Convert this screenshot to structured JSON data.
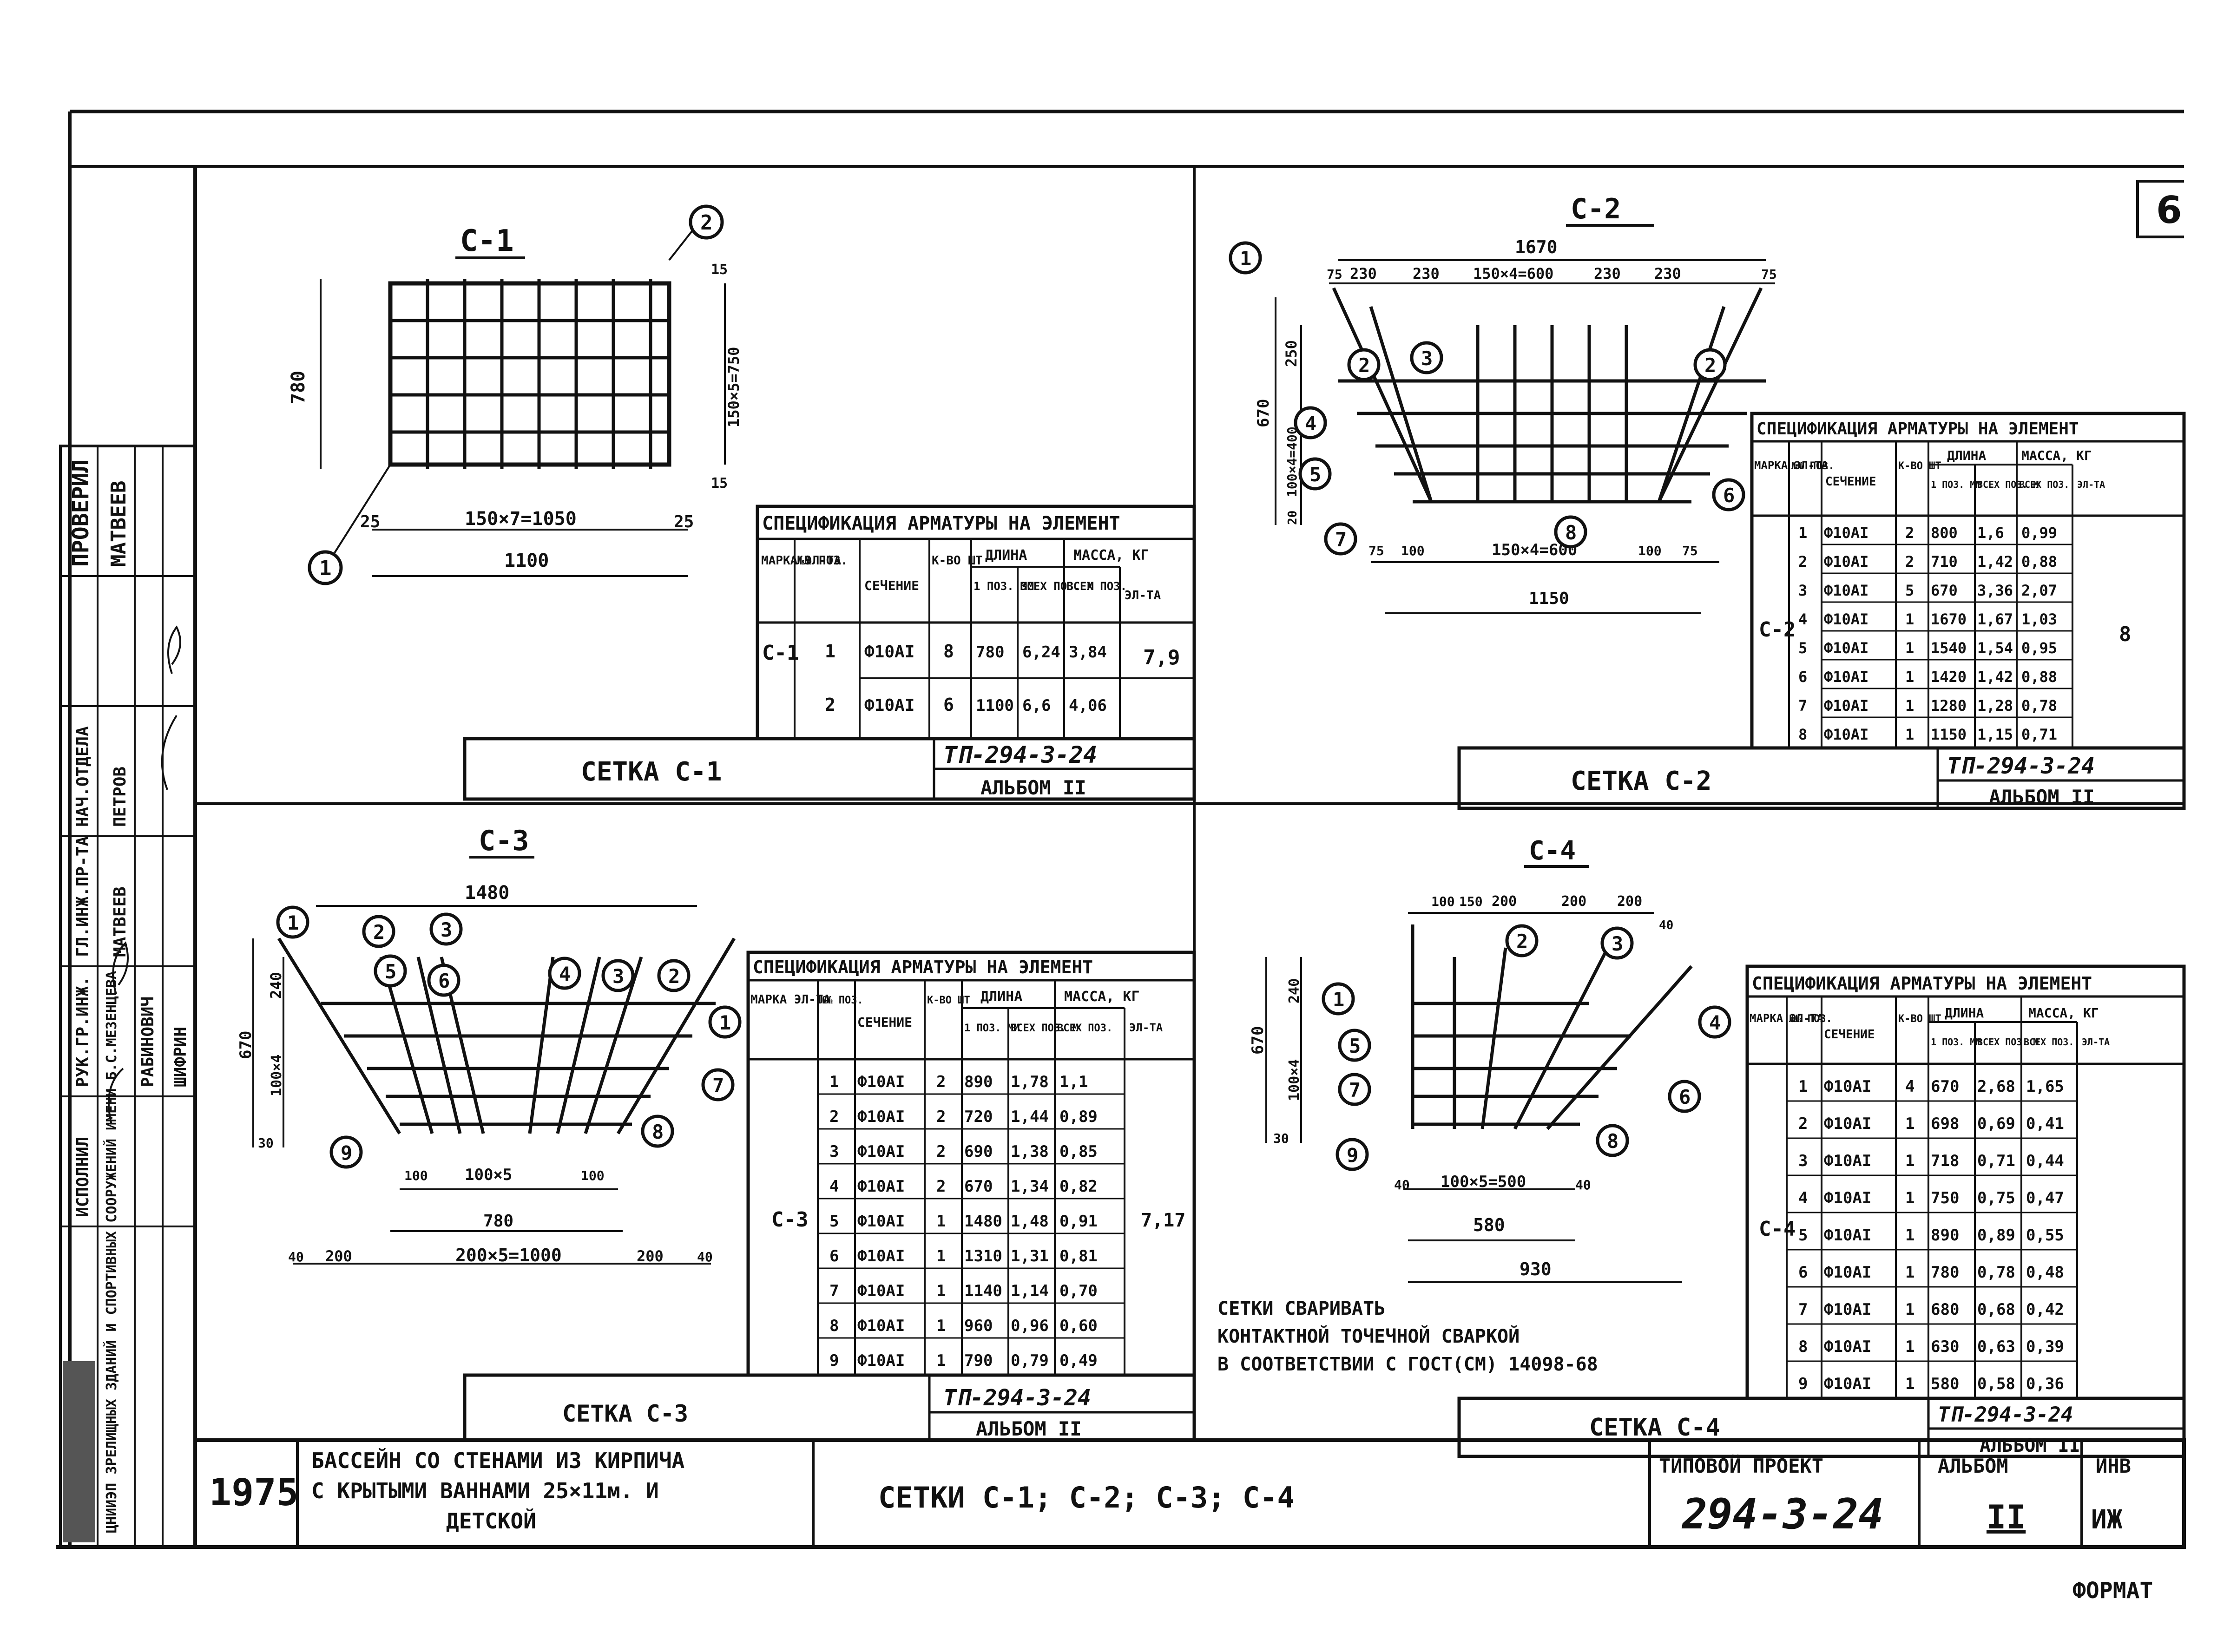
{
  "page_number": "6",
  "sheet_format": "ФОРМАТ",
  "project_label": "ТИПОВОЙ ПРОЕКТ",
  "project_number": "294-3-24",
  "album_label": "АЛЬБОМ",
  "album_number": "II",
  "inv_label": "ИНВ",
  "inv_value": "ИЖ",
  "year": "1975",
  "object_title": [
    "БАССЕЙН СО СТЕНАМИ ИЗ КИРПИЧА",
    "С КРЫТЫМИ ВАННАМИ 25×11м. И",
    "ДЕТСКОЙ"
  ],
  "sheet_title": "СЕТКИ С-1; С-2; С-3; С-4",
  "side_stamp": {
    "roles": [
      "ПРОВЕРИЛ",
      "НАЧ.ОТДЕЛА",
      "ГЛ.ИНЖ.ПР-ТА",
      "РУК.ГР.ИНЖ.",
      "ИСПОЛНИЛ"
    ],
    "names": [
      "МАТВЕЕВ",
      "ПЕТРОВ",
      "МАТВЕЕВ",
      "РАБИНОВИЧ",
      "ШИФРИН"
    ],
    "org": "ЦНИИЭП ЗРЕЛИЩНЫХ ЗДАНИЙ И СПОРТИВНЫХ СООРУЖЕНИЙ ИМЕНИ Б.С.МЕЗЕНЦЕВА"
  },
  "spec_header": {
    "title": "СПЕЦИФИКАЦИЯ АРМАТУРЫ НА ЭЛЕМЕНТ",
    "mark": "МАРКА ЭЛ-ТА",
    "pos": "№№ ПОЗ.",
    "section": "СЕЧЕНИЕ",
    "qty": "К-ВО ШТ",
    "length": "ДЛИНА",
    "len_one": "1 ПОЗ. ММ",
    "len_all": "ВСЕХ ПОЗ. М",
    "mass": "МАССА, КГ",
    "mass_all": "ВСЕХ ПОЗ.",
    "mass_el": "ЭЛ-ТА"
  },
  "doc_code": "ТП-294-3-24",
  "album_code": "АЛЬБОМ II",
  "panels": [
    {
      "caption": "СЕТКА С-1",
      "mark": "С-1",
      "title": "С-1",
      "dims": {
        "total_w": "1100",
        "inner_w": "150×7=1050",
        "edge_l": "25",
        "edge_r": "25",
        "h": "780",
        "inner_h": "150×5=750",
        "top": "15",
        "bot": "15"
      },
      "mass_el": "7,9",
      "rows": [
        {
          "pos": "1",
          "sec": "Ф10АI",
          "qty": "8",
          "l1": "780",
          "lall": "6,24",
          "m": "3,84"
        },
        {
          "pos": "2",
          "sec": "Ф10АI",
          "qty": "6",
          "l1": "1100",
          "lall": "6,6",
          "m": "4,06"
        }
      ]
    },
    {
      "caption": "СЕТКА С-2",
      "mark": "С-2",
      "title": "С-2",
      "dims": {
        "total_w": "1670",
        "top_seq": [
          "75",
          "230",
          "230",
          "150×4=600",
          "230",
          "230",
          "75"
        ],
        "bot_seq": [
          "75",
          "100",
          "150×4=600",
          "100",
          "75"
        ],
        "bot_w": "1150",
        "h": "670",
        "h1": "250",
        "h2": "100×4=400",
        "h3": "20"
      },
      "mass_el": "8",
      "rows": [
        {
          "pos": "1",
          "sec": "Ф10АI",
          "qty": "2",
          "l1": "800",
          "lall": "1,6",
          "m": "0,99"
        },
        {
          "pos": "2",
          "sec": "Ф10АI",
          "qty": "2",
          "l1": "710",
          "lall": "1,42",
          "m": "0,88"
        },
        {
          "pos": "3",
          "sec": "Ф10АI",
          "qty": "5",
          "l1": "670",
          "lall": "3,36",
          "m": "2,07"
        },
        {
          "pos": "4",
          "sec": "Ф10АI",
          "qty": "1",
          "l1": "1670",
          "lall": "1,67",
          "m": "1,03"
        },
        {
          "pos": "5",
          "sec": "Ф10АI",
          "qty": "1",
          "l1": "1540",
          "lall": "1,54",
          "m": "0,95"
        },
        {
          "pos": "6",
          "sec": "Ф10АI",
          "qty": "1",
          "l1": "1420",
          "lall": "1,42",
          "m": "0,88"
        },
        {
          "pos": "7",
          "sec": "Ф10АI",
          "qty": "1",
          "l1": "1280",
          "lall": "1,28",
          "m": "0,78"
        },
        {
          "pos": "8",
          "sec": "Ф10АI",
          "qty": "1",
          "l1": "1150",
          "lall": "1,15",
          "m": "0,71"
        }
      ]
    },
    {
      "caption": "СЕТКА С-3",
      "mark": "С-3",
      "title": "С-3",
      "dims": {
        "total_w": "1480",
        "h": "670",
        "h1": "240",
        "h2": "100×4",
        "h3": "30",
        "inner": "100×5",
        "inner_l": "100",
        "inner_r": "100",
        "w780": "780",
        "e40": "40",
        "e200": "200",
        "bot": "200×5=1000"
      },
      "mass_el": "7,17",
      "rows": [
        {
          "pos": "1",
          "sec": "Ф10АI",
          "qty": "2",
          "l1": "890",
          "lall": "1,78",
          "m": "1,1"
        },
        {
          "pos": "2",
          "sec": "Ф10АI",
          "qty": "2",
          "l1": "720",
          "lall": "1,44",
          "m": "0,89"
        },
        {
          "pos": "3",
          "sec": "Ф10АI",
          "qty": "2",
          "l1": "690",
          "lall": "1,38",
          "m": "0,85"
        },
        {
          "pos": "4",
          "sec": "Ф10АI",
          "qty": "2",
          "l1": "670",
          "lall": "1,34",
          "m": "0,82"
        },
        {
          "pos": "5",
          "sec": "Ф10АI",
          "qty": "1",
          "l1": "1480",
          "lall": "1,48",
          "m": "0,91"
        },
        {
          "pos": "6",
          "sec": "Ф10АI",
          "qty": "1",
          "l1": "1310",
          "lall": "1,31",
          "m": "0,81"
        },
        {
          "pos": "7",
          "sec": "Ф10АI",
          "qty": "1",
          "l1": "1140",
          "lall": "1,14",
          "m": "0,70"
        },
        {
          "pos": "8",
          "sec": "Ф10АI",
          "qty": "1",
          "l1": "960",
          "lall": "0,96",
          "m": "0,60"
        },
        {
          "pos": "9",
          "sec": "Ф10АI",
          "qty": "1",
          "l1": "790",
          "lall": "0,79",
          "m": "0,49"
        }
      ]
    },
    {
      "caption": "СЕТКА С-4",
      "mark": "С-4",
      "title": "С-4",
      "dims": {
        "top_seq": [
          "100",
          "150",
          "200",
          "200",
          "200"
        ],
        "top_r": "40",
        "h": "670",
        "h1": "240",
        "h2": "100×4",
        "h3": "30",
        "inner": "100×5=500",
        "e40": "40",
        "w580": "580",
        "w930": "930"
      },
      "note": [
        "СЕТКИ СВАРИВАТЬ",
        "КОНТАКТНОЙ ТОЧЕЧНОЙ СВАРКОЙ",
        "В СООТВЕТСТВИИ С ГОСТ(СМ) 14098-68"
      ],
      "rows": [
        {
          "pos": "1",
          "sec": "Ф10АI",
          "qty": "4",
          "l1": "670",
          "lall": "2,68",
          "m": "1,65"
        },
        {
          "pos": "2",
          "sec": "Ф10АI",
          "qty": "1",
          "l1": "698",
          "lall": "0,69",
          "m": "0,41"
        },
        {
          "pos": "3",
          "sec": "Ф10АI",
          "qty": "1",
          "l1": "718",
          "lall": "0,71",
          "m": "0,44"
        },
        {
          "pos": "4",
          "sec": "Ф10АI",
          "qty": "1",
          "l1": "750",
          "lall": "0,75",
          "m": "0,47"
        },
        {
          "pos": "5",
          "sec": "Ф10АI",
          "qty": "1",
          "l1": "890",
          "lall": "0,89",
          "m": "0,55"
        },
        {
          "pos": "6",
          "sec": "Ф10АI",
          "qty": "1",
          "l1": "780",
          "lall": "0,78",
          "m": "0,48"
        },
        {
          "pos": "7",
          "sec": "Ф10АI",
          "qty": "1",
          "l1": "680",
          "lall": "0,68",
          "m": "0,42"
        },
        {
          "pos": "8",
          "sec": "Ф10АI",
          "qty": "1",
          "l1": "630",
          "lall": "0,63",
          "m": "0,39"
        },
        {
          "pos": "9",
          "sec": "Ф10АI",
          "qty": "1",
          "l1": "580",
          "lall": "0,58",
          "m": "0,36"
        }
      ]
    }
  ]
}
